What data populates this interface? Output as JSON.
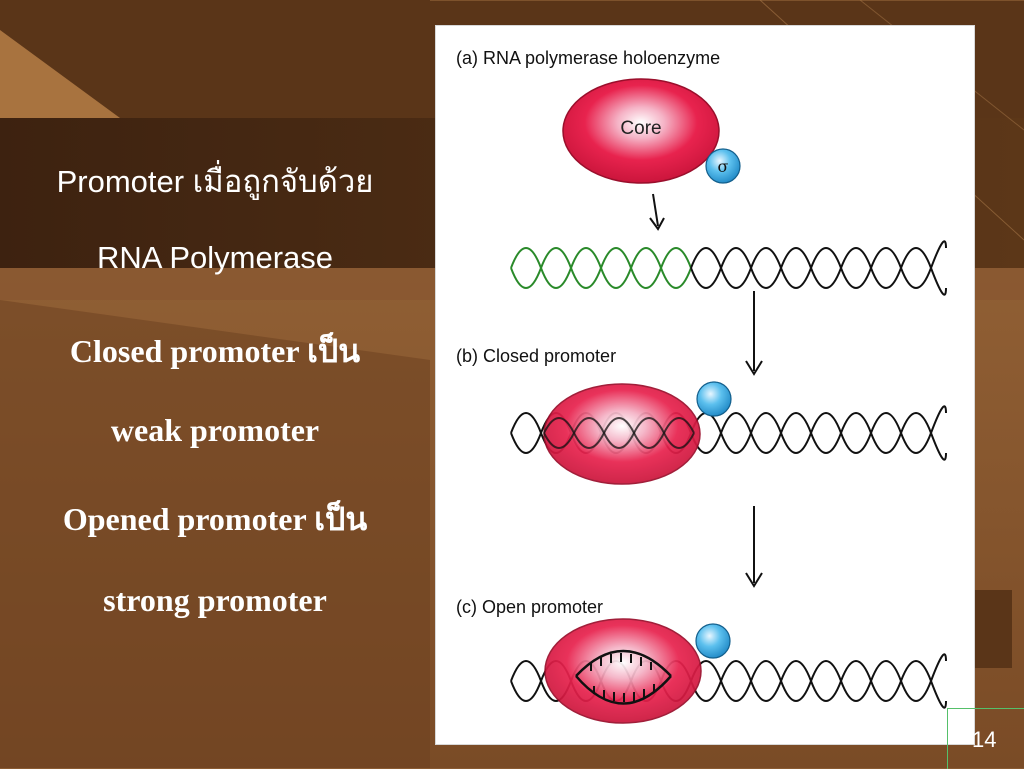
{
  "slide": {
    "lines": [
      "Promoter เมื่อถูกจับด้วย",
      "RNA Polymerase",
      "Closed promoter เป็น",
      "weak promoter",
      "Opened promoter เป็น",
      "strong promoter"
    ],
    "page_number": "14"
  },
  "figure": {
    "label_a": "(a) RNA polymerase holoenzyme",
    "label_b": "(b) Closed promoter",
    "label_c": "(c) Open promoter",
    "core_label": "Core",
    "sigma_label": "σ"
  },
  "colors": {
    "background_brown": "#8a5a32",
    "dark_band": "#4a2a14",
    "polymerase_red": "#e8234e",
    "sigma_blue": "#2a9fd6",
    "dna_green": "#2a8a2a",
    "page_border_green": "#55c06a"
  }
}
